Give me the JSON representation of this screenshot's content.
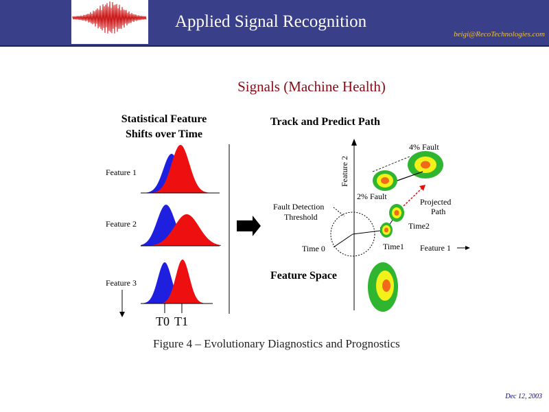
{
  "header": {
    "title": "Applied Signal Recognition",
    "email": "beigi@RecoTechnologies.com",
    "logo_icon": "waveform-logo-icon"
  },
  "slide_title": "Signals (Machine Health)",
  "figure": {
    "left_heading_1": "Statistical Feature",
    "left_heading_2": "Shifts over Time",
    "feature_labels": [
      "Feature 1",
      "Feature 2",
      "Feature 3"
    ],
    "time_labels": [
      "T0",
      "T1"
    ],
    "right_heading": "Track and Predict Path",
    "axis_y_label": "Feature 2",
    "axis_x_label": "Feature 1",
    "fault_4": "4% Fault",
    "fault_2": "2% Fault",
    "projected_1": "Projected",
    "projected_2": "Path",
    "threshold_1": "Fault Detection",
    "threshold_2": "Threshold",
    "time0": "Time 0",
    "time1": "Time1",
    "time2": "Time2",
    "feature_space": "Feature Space",
    "colors": {
      "blue": "#1f1fe0",
      "red": "#ee1010",
      "green": "#2fb52f",
      "yellow": "#f2f21a",
      "orange": "#f06a1a"
    }
  },
  "caption": "Figure 4 – Evolutionary Diagnostics and Prognostics",
  "date": "Dec 12, 2003"
}
